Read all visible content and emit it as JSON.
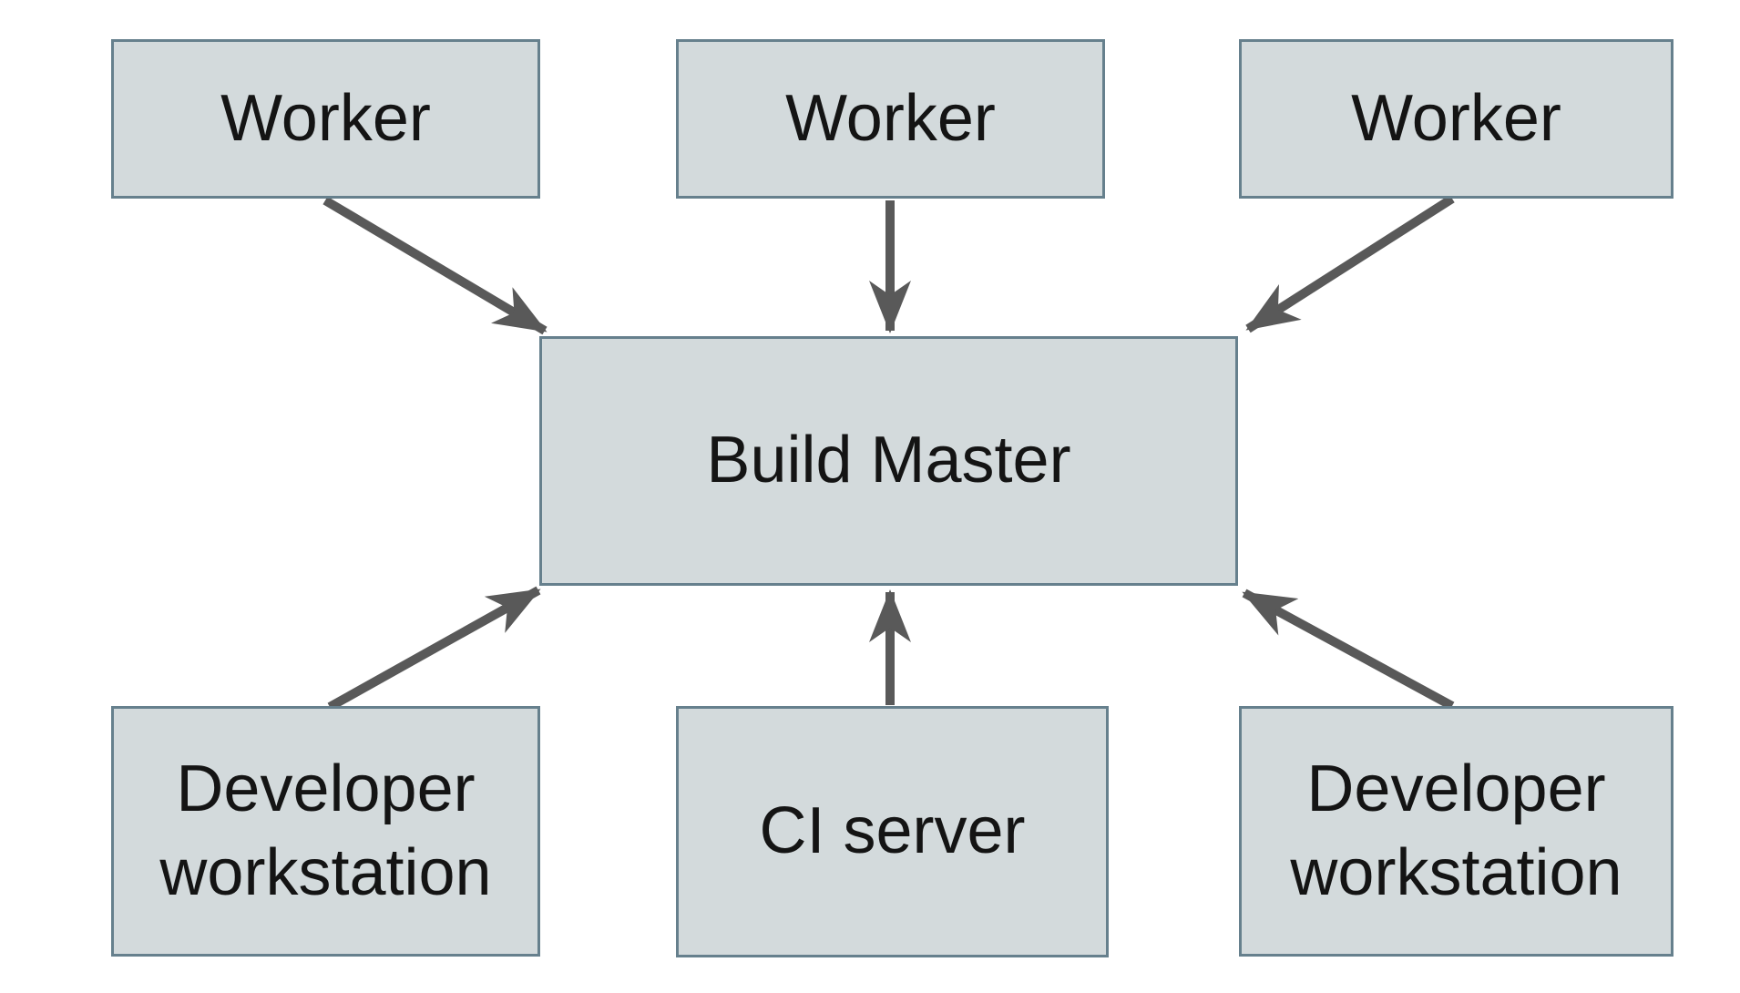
{
  "colors": {
    "background": "#ffffff",
    "node_fill": "#d3dadc",
    "node_border": "#66808d",
    "arrow": "#595959",
    "text": "#141414"
  },
  "nodes": {
    "worker1": {
      "label": "Worker"
    },
    "worker2": {
      "label": "Worker"
    },
    "worker3": {
      "label": "Worker"
    },
    "build_master": {
      "label": "Build Master"
    },
    "dev_workstation_left": {
      "label": "Developer workstation"
    },
    "ci_server": {
      "label": "CI server"
    },
    "dev_workstation_right": {
      "label": "Developer workstation"
    }
  },
  "edges": [
    {
      "from": "worker1",
      "to": "build_master"
    },
    {
      "from": "worker2",
      "to": "build_master"
    },
    {
      "from": "worker3",
      "to": "build_master"
    },
    {
      "from": "dev_workstation_left",
      "to": "build_master"
    },
    {
      "from": "ci_server",
      "to": "build_master"
    },
    {
      "from": "dev_workstation_right",
      "to": "build_master"
    }
  ]
}
